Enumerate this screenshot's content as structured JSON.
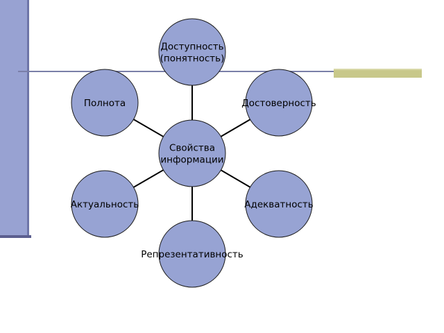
{
  "diagram": {
    "center": {
      "lines": [
        "Свойства",
        "информации"
      ]
    },
    "nodes": [
      {
        "id": "top",
        "lines": [
          "Доступность",
          "(понятность)"
        ]
      },
      {
        "id": "upper-left",
        "lines": [
          "Полнота"
        ]
      },
      {
        "id": "upper-right",
        "lines": [
          "Достоверность"
        ]
      },
      {
        "id": "lower-left",
        "lines": [
          "Актуальность"
        ]
      },
      {
        "id": "lower-right",
        "lines": [
          "Адекватность"
        ]
      },
      {
        "id": "bottom",
        "lines": [
          "Репрезентативность"
        ]
      }
    ]
  },
  "colors": {
    "node_fill": "#97a3d3",
    "node_stroke": "#1a1a1a",
    "connector": "#000000"
  }
}
